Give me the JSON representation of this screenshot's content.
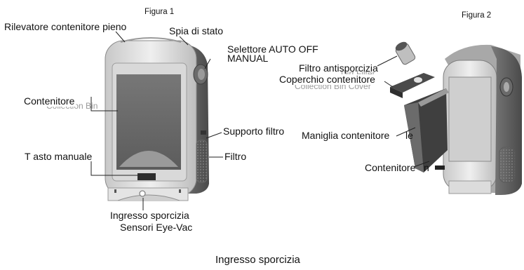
{
  "figure1": {
    "title": "Figura 1",
    "labels": {
      "full_bin_detector": "Rilevatore contenitore pieno",
      "status_light": "Spia di stato",
      "selector_line1": "Selettore AUTO OFF",
      "selector_line2": "MANUAL",
      "bin": "Contenitore",
      "filter_holder": "Supporto filtro",
      "manual_button": "T asto manuale",
      "filter": "Filtro",
      "dirt_inlet": "Ingresso sporcizia",
      "eyevac_sensors": "Sensori Eye-Vac"
    },
    "overprint": {
      "bin": "Collection Bin"
    }
  },
  "figure2": {
    "title": "Figura 2",
    "labels": {
      "splatter_filter": "Filtro antisporcizia",
      "bin_cover": "Coperchio contenitore",
      "bin_handle": "Maniglia contenitore",
      "bin": "Contenitore"
    },
    "overprint": {
      "splatter_filter": "Dirt Filter",
      "bin_cover": "Collection Bin Cover",
      "bin_handle": "le",
      "bin": "n"
    }
  },
  "footer": {
    "caption": "Ingresso sporcizia"
  }
}
